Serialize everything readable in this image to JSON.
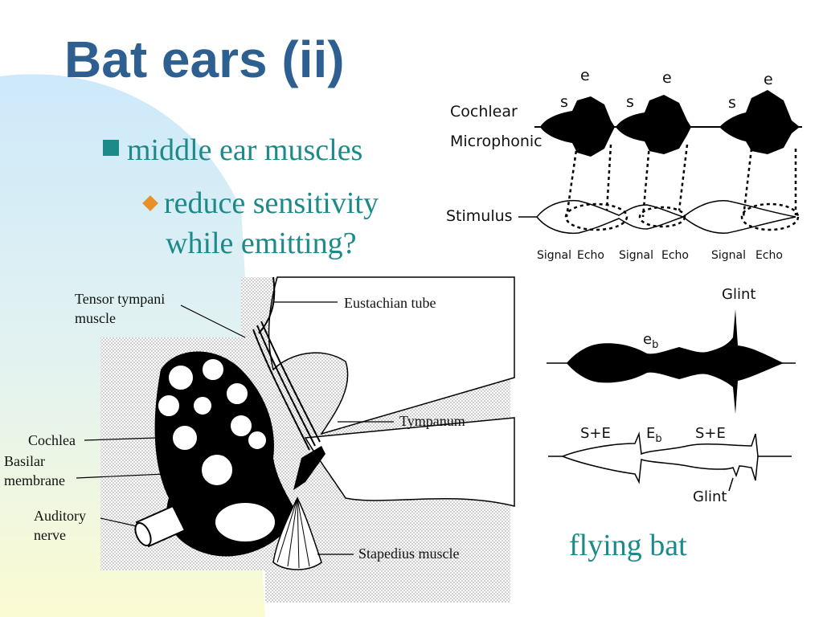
{
  "slide": {
    "title": "Bat ears (ii)",
    "bullet": "middle ear muscles",
    "sub_bullet_line1": "reduce sensitivity",
    "sub_bullet_line2": "while emitting?",
    "caption": "flying bat"
  },
  "top_figure": {
    "label_cochlear": "Cochlear",
    "label_microphonic": "Microphonic",
    "label_stimulus": "Stimulus",
    "s_label": "s",
    "e_label": "e",
    "bottom_labels": [
      "Signal",
      "Echo",
      "Signal",
      "Echo",
      "Signal",
      "Echo"
    ]
  },
  "ear_figure": {
    "tensor_line1": "Tensor tympani",
    "tensor_line2": "muscle",
    "eustachian": "Eustachian tube",
    "tympanum": "Tympanum",
    "cochlea": "Cochlea",
    "basilar_line1": "Basilar",
    "basilar_line2": "membrane",
    "auditory_line1": "Auditory",
    "auditory_line2": "nerve",
    "stapedius": "Stapedius muscle"
  },
  "right_figure": {
    "glint_top": "Glint",
    "eb_top": "e",
    "eb_sub": "b",
    "se1": "S+E",
    "eb_mid": "E",
    "eb_mid_sub": "b",
    "se2": "S+E",
    "glint_bottom": "Glint"
  },
  "colors": {
    "title": "#2e5f91",
    "text": "#1d8a8a",
    "sub_bullet": "#e8912a"
  }
}
